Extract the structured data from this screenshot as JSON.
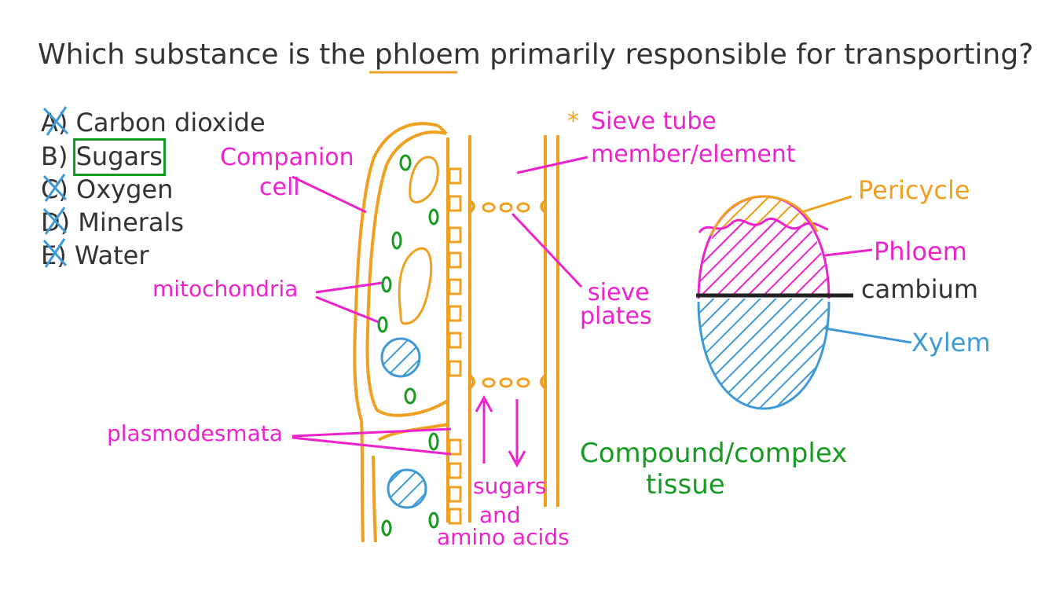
{
  "question": {
    "before": "Which substance is the ",
    "keyword": "phloem",
    "after": " primarily responsible for transporting?"
  },
  "options": [
    {
      "letter": "A)",
      "text": "Carbon dioxide",
      "crossed": true
    },
    {
      "letter": "B)",
      "text": "Sugars",
      "crossed": false,
      "selected": true
    },
    {
      "letter": "C)",
      "text": "Oxygen",
      "crossed": true
    },
    {
      "letter": "D)",
      "text": "Minerals",
      "crossed": true
    },
    {
      "letter": "E)",
      "text": "Water",
      "crossed": true
    }
  ],
  "labels": {
    "companion_cell_1": "Companion",
    "companion_cell_2": "cell",
    "sieve_tube_star": "*",
    "sieve_tube_1": "Sieve tube",
    "sieve_tube_2": "member/element",
    "sieve_plates_1": "sieve",
    "sieve_plates_2": "plates",
    "mitochondria": "mitochondria",
    "plasmodesmata": "plasmodesmata",
    "sugars": "sugars",
    "and": "and",
    "amino_acids": "amino acids",
    "compound_1": "Compound/complex",
    "compound_2": "tissue",
    "pericycle": "Pericycle",
    "phloem": "Phloem",
    "cambium": "cambium",
    "xylem": "Xylem"
  },
  "colors": {
    "orange": "#f0a020",
    "magenta": "#ee22cc",
    "green": "#169a22",
    "blue": "#3d9ad6",
    "dark": "#333333"
  }
}
